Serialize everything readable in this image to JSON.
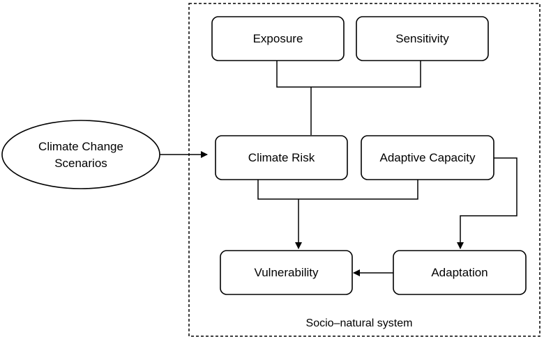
{
  "diagram": {
    "container_label": "Socio–natural system",
    "nodes": {
      "climate_change_scenarios": {
        "line1": "Climate Change",
        "line2": "Scenarios"
      },
      "exposure": "Exposure",
      "sensitivity": "Sensitivity",
      "climate_risk": "Climate Risk",
      "adaptive_capacity": "Adaptive Capacity",
      "vulnerability": "Vulnerability",
      "adaptation": "Adaptation"
    }
  },
  "colors": {
    "stroke": "#000000",
    "background": "#ffffff"
  }
}
